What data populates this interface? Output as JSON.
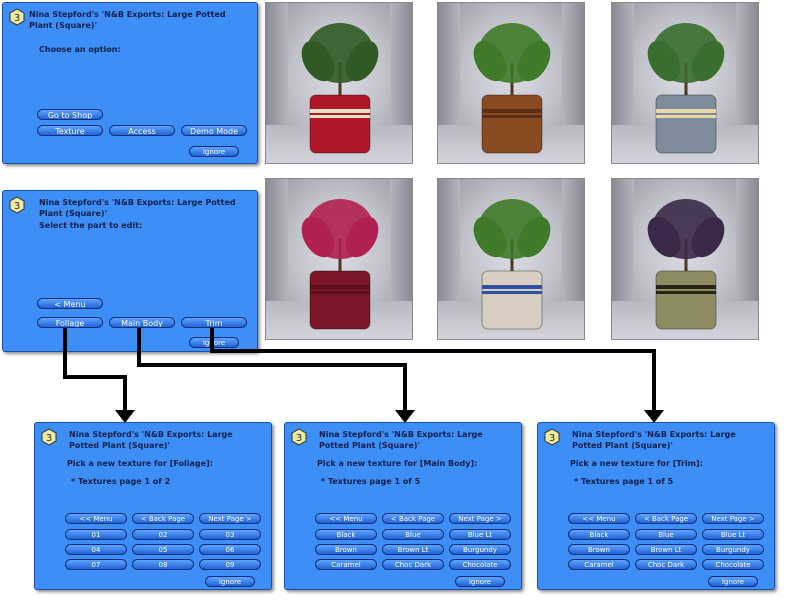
{
  "colors": {
    "dialog": "#3d8ef7",
    "button": "#2a72e6",
    "connector": "#000000"
  },
  "main_dialog": {
    "title": "Nina Stepford's 'N&B Exports: Large Potted Plant (Square)'",
    "prompt": "Choose an option:",
    "buttons": [
      "Go to Shop",
      "Texture",
      "Access",
      "Demo Mode",
      "Ignore"
    ]
  },
  "edit_dialog": {
    "title": "Nina Stepford's 'N&B Exports: Large Potted Plant (Square)'",
    "prompt": "Select the part to edit:",
    "buttons": [
      "< Menu",
      "Foliage",
      "Main Body",
      "Trim",
      "Ignore"
    ]
  },
  "foliage_dialog": {
    "title": "Nina Stepford's 'N&B Exports: Large Potted Plant (Square)'",
    "prompt": "Pick a new texture for [Foliage]:",
    "note": "* Textures page 1 of 2",
    "nav": [
      "<< Menu",
      "< Back Page",
      "Next Page >"
    ],
    "options": [
      "01",
      "02",
      "03",
      "04",
      "05",
      "06",
      "07",
      "08",
      "09"
    ],
    "ignore": "Ignore"
  },
  "mainbody_dialog": {
    "title": "Nina Stepford's 'N&B Exports: Large Potted Plant (Square)'",
    "prompt": "Pick a new texture for [Main Body]:",
    "note": "* Textures page 1 of 5",
    "nav": [
      "<< Menu",
      "< Back Page",
      "Next Page >"
    ],
    "options": [
      "Black",
      "Blue",
      "Blue Lt",
      "Brown",
      "Brown Lt",
      "Burgundy",
      "Caramel",
      "Choc Dark",
      "Chocolate"
    ],
    "ignore": "Ignore"
  },
  "trim_dialog": {
    "title": "Nina Stepford's 'N&B Exports: Large Potted Plant (Square)'",
    "prompt": "Pick a new texture for [Trim]:",
    "note": "* Textures page 1 of 5",
    "nav": [
      "<< Menu",
      "< Back Page",
      "Next Page >"
    ],
    "options": [
      "Black",
      "Blue",
      "Blue Lt",
      "Brown",
      "Brown Lt",
      "Burgundy",
      "Caramel",
      "Choc Dark",
      "Chocolate"
    ],
    "ignore": "Ignore"
  },
  "plants": [
    {
      "name": "palm-red-pot",
      "pot": "#b01828",
      "trim": "#e8e0c8",
      "leaf": "#2f5a24"
    },
    {
      "name": "banana-brown-pot",
      "pot": "#8a4a22",
      "trim": "#5a2e14",
      "leaf": "#3f7a2a"
    },
    {
      "name": "broadleaf-slate-pot",
      "pot": "#7c8c9a",
      "trim": "#e8d8a8",
      "leaf": "#3a6e2e"
    },
    {
      "name": "cordyline-burgundy-pot",
      "pot": "#7a1626",
      "trim": "#5a0e1a",
      "leaf": "#b02050"
    },
    {
      "name": "umbrella-cream-pot",
      "pot": "#d8cfc2",
      "trim": "#3050a0",
      "leaf": "#3f7a2a"
    },
    {
      "name": "purple-olive-pot",
      "pot": "#8e8a62",
      "trim": "#2a2418",
      "leaf": "#3a2a48"
    }
  ]
}
